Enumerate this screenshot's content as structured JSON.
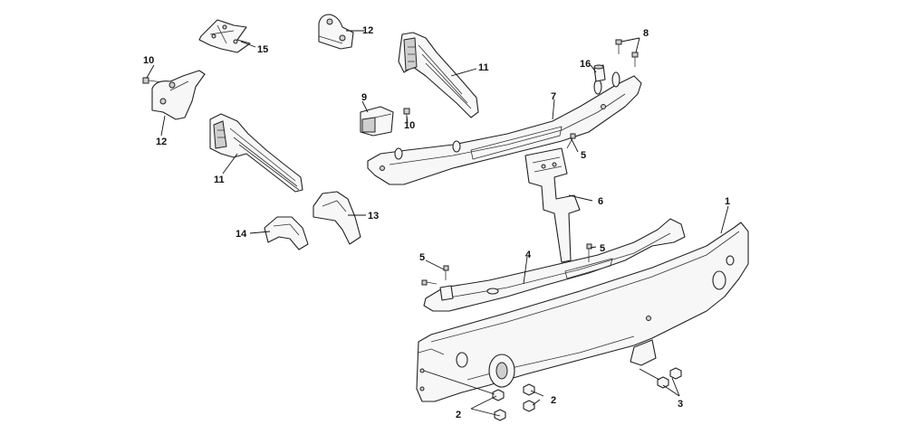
{
  "callouts": {
    "c1": "1",
    "c2a": "2",
    "c2b": "2",
    "c3": "3",
    "c4": "4",
    "c5a": "5",
    "c5b": "5",
    "c5c": "5",
    "c6": "6",
    "c7": "7",
    "c8": "8",
    "c9": "9",
    "c10a": "10",
    "c10b": "10",
    "c11a": "11",
    "c11b": "11",
    "c12a": "12",
    "c12b": "12",
    "c13": "13",
    "c14": "14",
    "c15": "15",
    "c16": "16"
  }
}
